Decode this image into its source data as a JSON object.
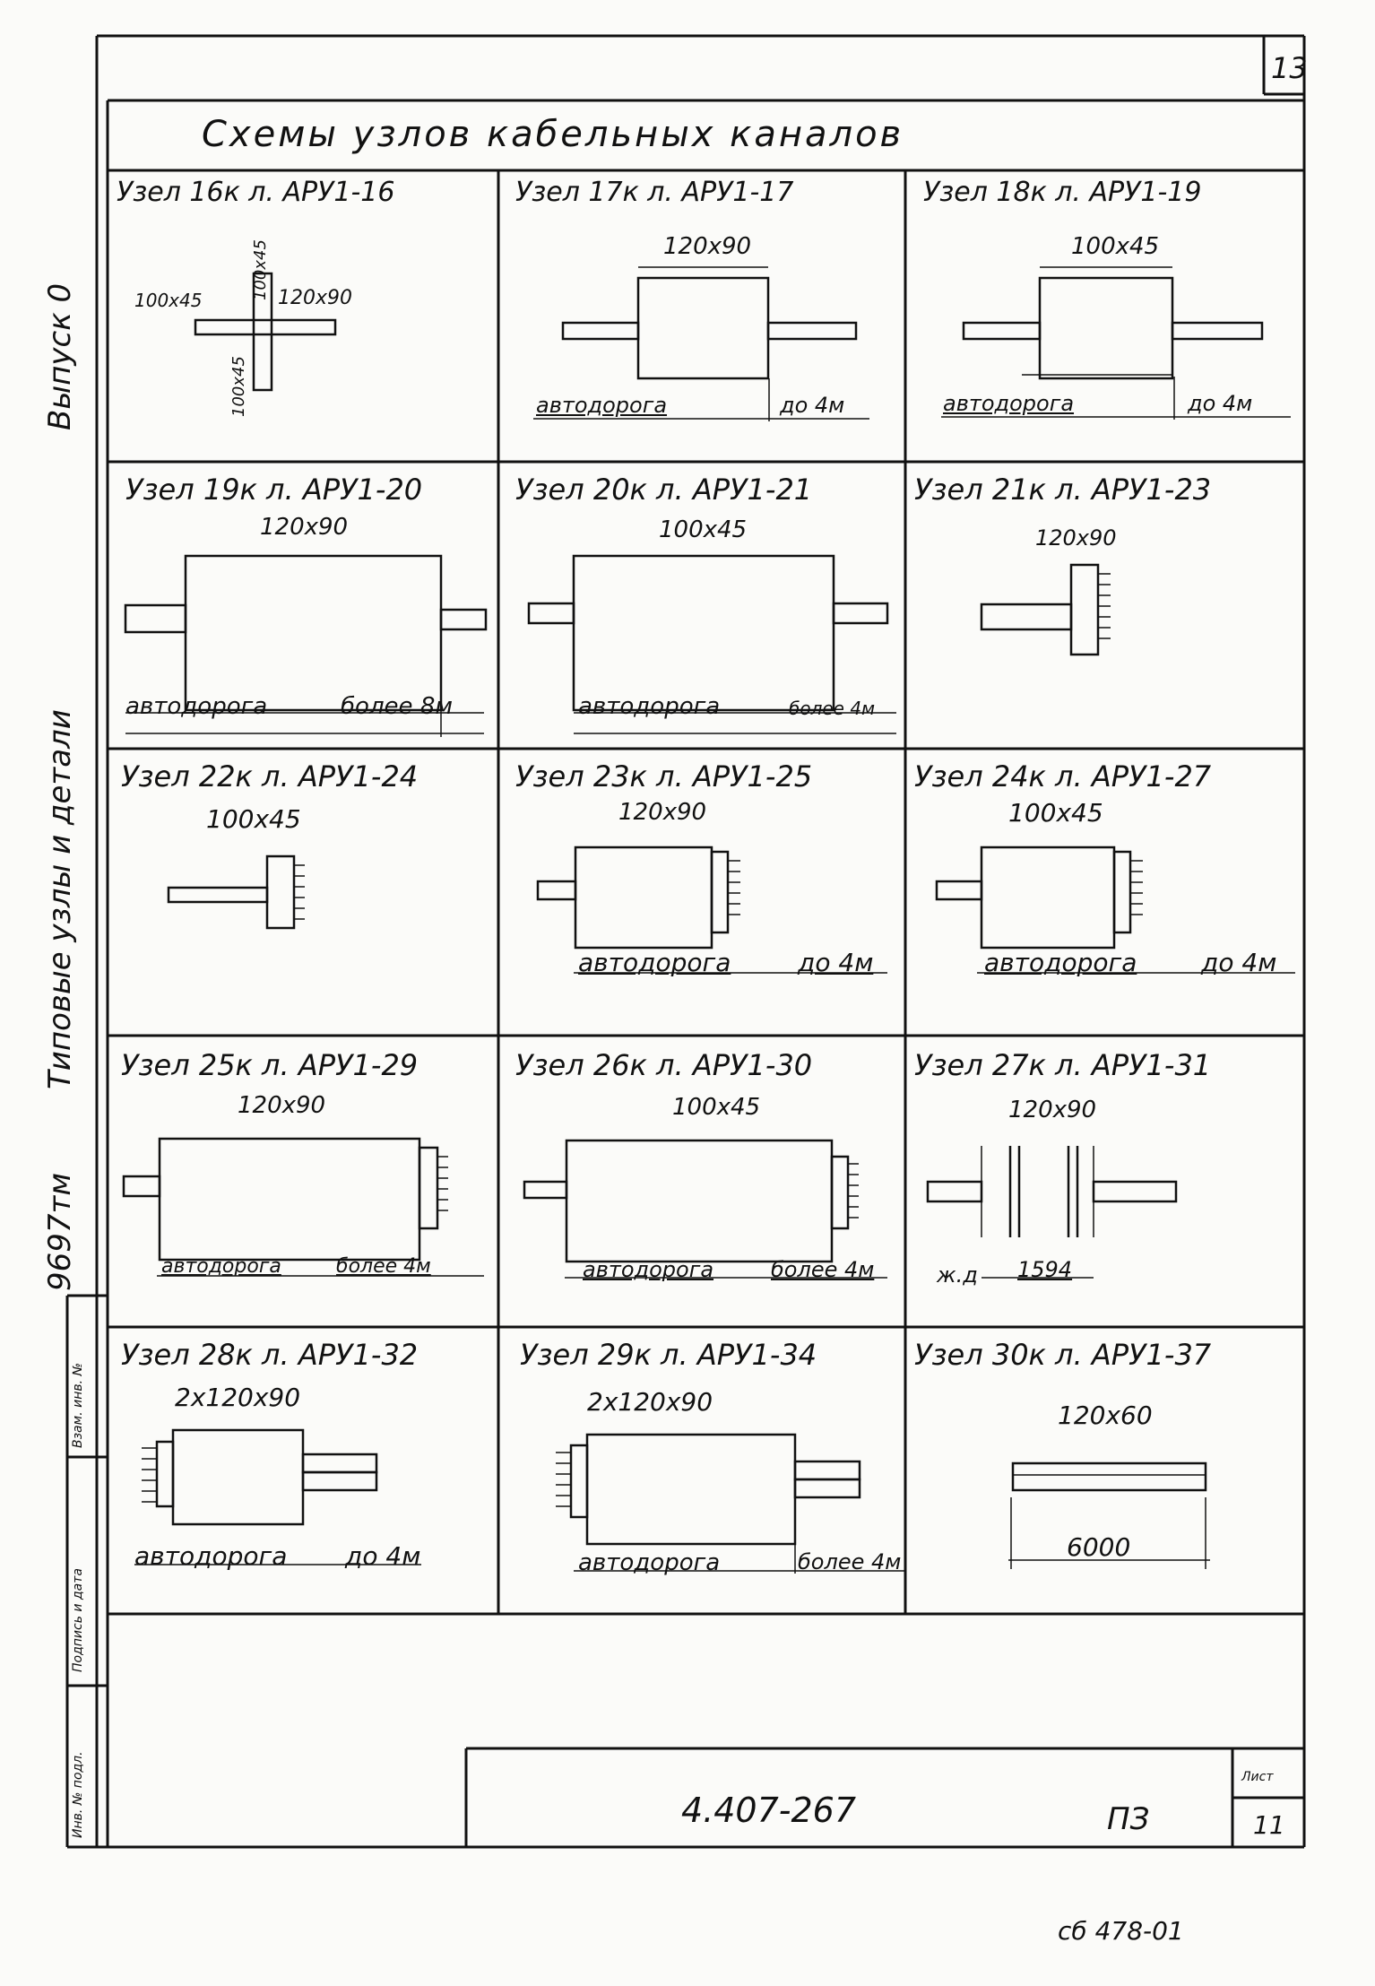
{
  "sheet": {
    "page_number": "13",
    "title": "Схемы узлов кабельных каналов",
    "side_series": "9697тм",
    "side_text": "Типовые узлы и детали",
    "side_issue": "Выпуск 0",
    "stamp_cells": [
      "Инв. № подл.",
      "Подпись и дата",
      "Взам. инв. №"
    ],
    "doc_code": "4.407-267",
    "doc_section": "ПЗ",
    "list_label": "Лист",
    "list_number": "11",
    "bottom_note": "сб 478-01"
  },
  "nodes": [
    {
      "title": "Узел 16к л. АРУ1-16",
      "dims": [
        "100х45",
        "100х45",
        "120х90",
        "100х45"
      ]
    },
    {
      "title": "Узел 17к л. АРУ1-17",
      "dim": "120х90",
      "road": "автодорога",
      "len": "до 4м"
    },
    {
      "title": "Узел 18к л. АРУ1-19",
      "dim": "100х45",
      "road": "автодорога",
      "len": "до 4м"
    },
    {
      "title": "Узел 19к л. АРУ1-20",
      "dim": "120х90",
      "road": "автодорога",
      "len": "более 8м"
    },
    {
      "title": "Узел 20к л. АРУ1-21",
      "dim": "100х45",
      "road": "автодорога",
      "len": "более 4м"
    },
    {
      "title": "Узел 21к л. АРУ1-23",
      "dim": "120х90"
    },
    {
      "title": "Узел 22к л. АРУ1-24",
      "dim": "100х45"
    },
    {
      "title": "Узел 23к л. АРУ1-25",
      "dim": "120х90",
      "road": "автодорога",
      "len": "до 4м"
    },
    {
      "title": "Узел 24к л. АРУ1-27",
      "dim": "100х45",
      "road": "автодорога",
      "len": "до 4м"
    },
    {
      "title": "Узел 25к л. АРУ1-29",
      "dim": "120х90",
      "road": "автодорога",
      "len": "более 4м"
    },
    {
      "title": "Узел 26к л. АРУ1-30",
      "dim": "100х45",
      "road": "автодорога",
      "len": "более 4м"
    },
    {
      "title": "Узел 27к л. АРУ1-31",
      "dim": "120х90",
      "road": "ж.д",
      "len": "1594"
    },
    {
      "title": "Узел 28к л. АРУ1-32",
      "dim": "2х120х90",
      "road": "автодорога",
      "len": "до 4м"
    },
    {
      "title": "Узел 29к л. АРУ1-34",
      "dim": "2х120х90",
      "road": "автодорога",
      "len": "более 4м"
    },
    {
      "title": "Узел 30к л. АРУ1-37",
      "dim": "120х60",
      "len": "6000"
    }
  ]
}
